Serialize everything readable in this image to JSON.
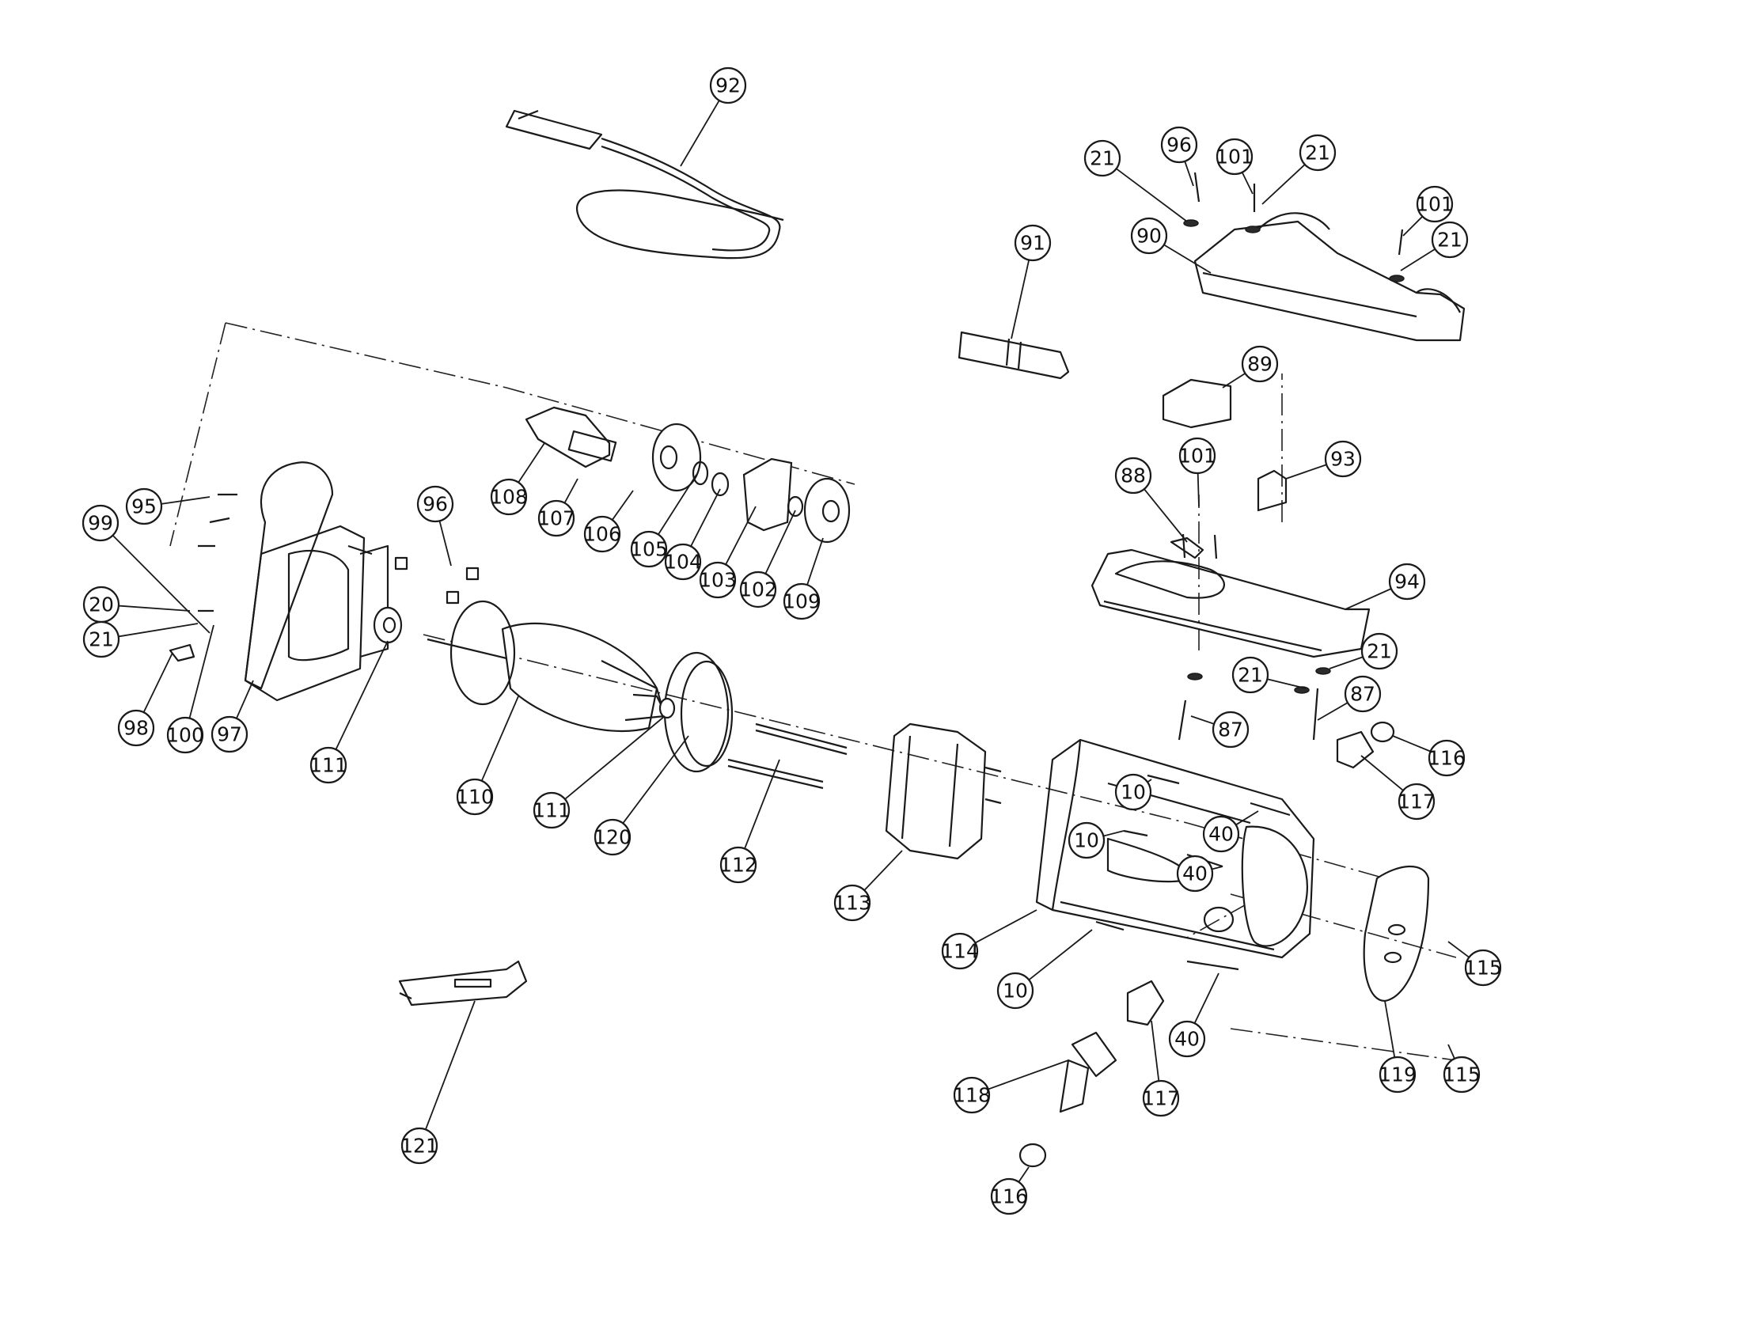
{
  "callouts": [
    "92",
    "96",
    "101",
    "21",
    "21",
    "101",
    "21",
    "90",
    "91",
    "89",
    "88",
    "101",
    "93",
    "94",
    "21",
    "21",
    "87",
    "87",
    "95",
    "96",
    "99",
    "20",
    "21",
    "98",
    "100",
    "97",
    "108",
    "107",
    "106",
    "105",
    "104",
    "103",
    "102",
    "109",
    "111",
    "110",
    "111",
    "120",
    "112",
    "113",
    "10",
    "10",
    "10",
    "40",
    "40",
    "40",
    "114",
    "116",
    "117",
    "117",
    "118",
    "116",
    "115",
    "115",
    "119",
    "121"
  ]
}
